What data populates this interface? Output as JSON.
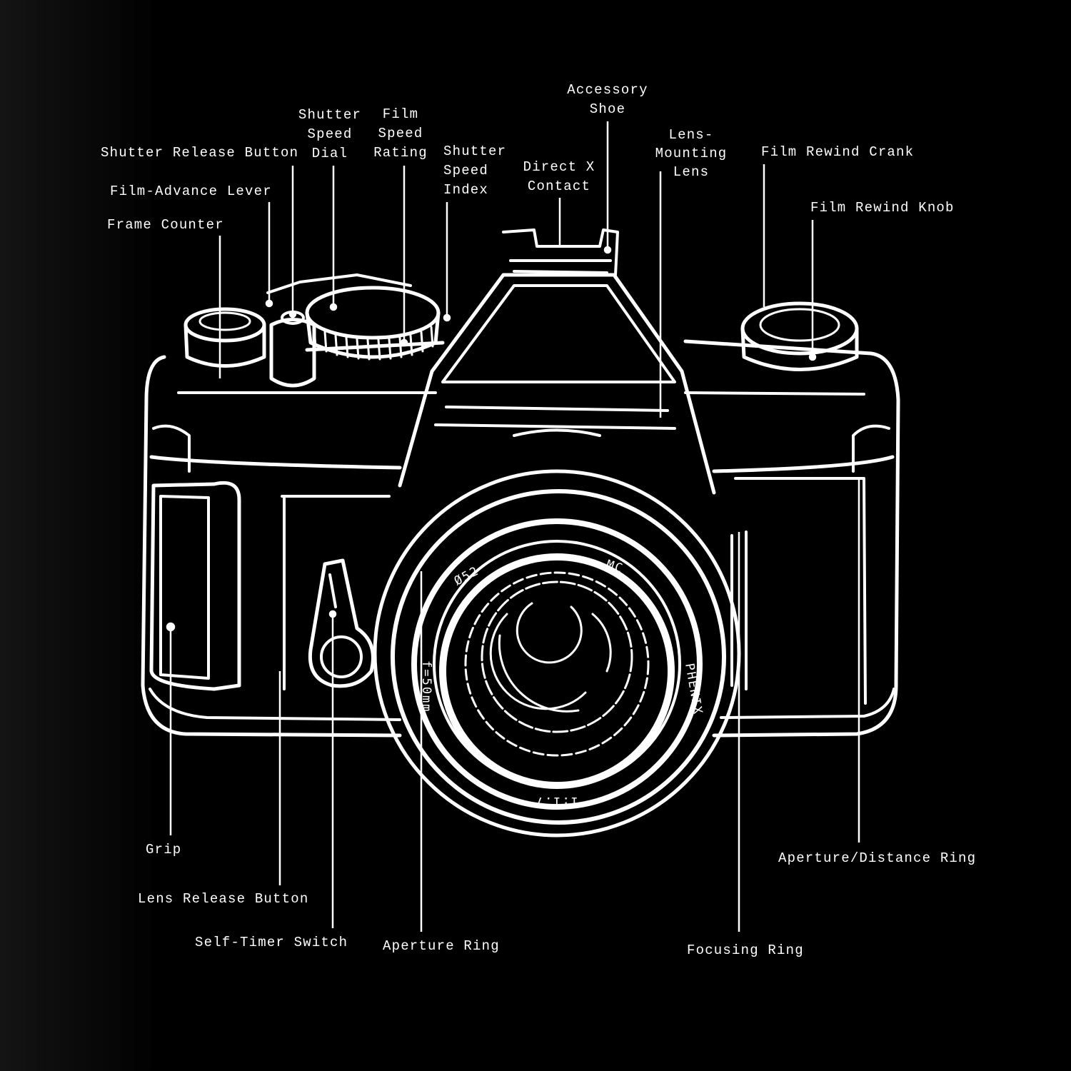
{
  "labels": {
    "accessory_shoe": [
      "Accessory",
      "Shoe"
    ],
    "shutter_speed_dial": [
      "Shutter",
      "Speed",
      "Dial"
    ],
    "film_speed_rating": [
      "Film",
      "Speed",
      "Rating"
    ],
    "shutter_release_button": "Shutter Release Button",
    "film_advance_lever": "Film-Advance Lever",
    "frame_counter": "Frame Counter",
    "shutter_speed_index": [
      "Shutter",
      "Speed",
      "Index"
    ],
    "direct_x_contact": [
      "Direct X",
      "Contact"
    ],
    "lens_mounting_lens": [
      "Lens-",
      "Mounting",
      "Lens"
    ],
    "film_rewind_crank": "Film Rewind Crank",
    "film_rewind_knob": "Film Rewind Knob",
    "grip": "Grip",
    "lens_release_button": "Lens Release Button",
    "self_timer_switch": "Self-Timer Switch",
    "aperture_ring": "Aperture Ring",
    "focusing_ring": "Focusing Ring",
    "aperture_distance_ring": "Aperture/Distance Ring"
  },
  "lens_markings": {
    "filter": "Ø52",
    "coating": "MC",
    "brand": "PHENIX",
    "aperture": "1:1.7",
    "focal": "f=50mm"
  },
  "colors": {
    "background": "#000000",
    "ink": "#ffffff"
  }
}
